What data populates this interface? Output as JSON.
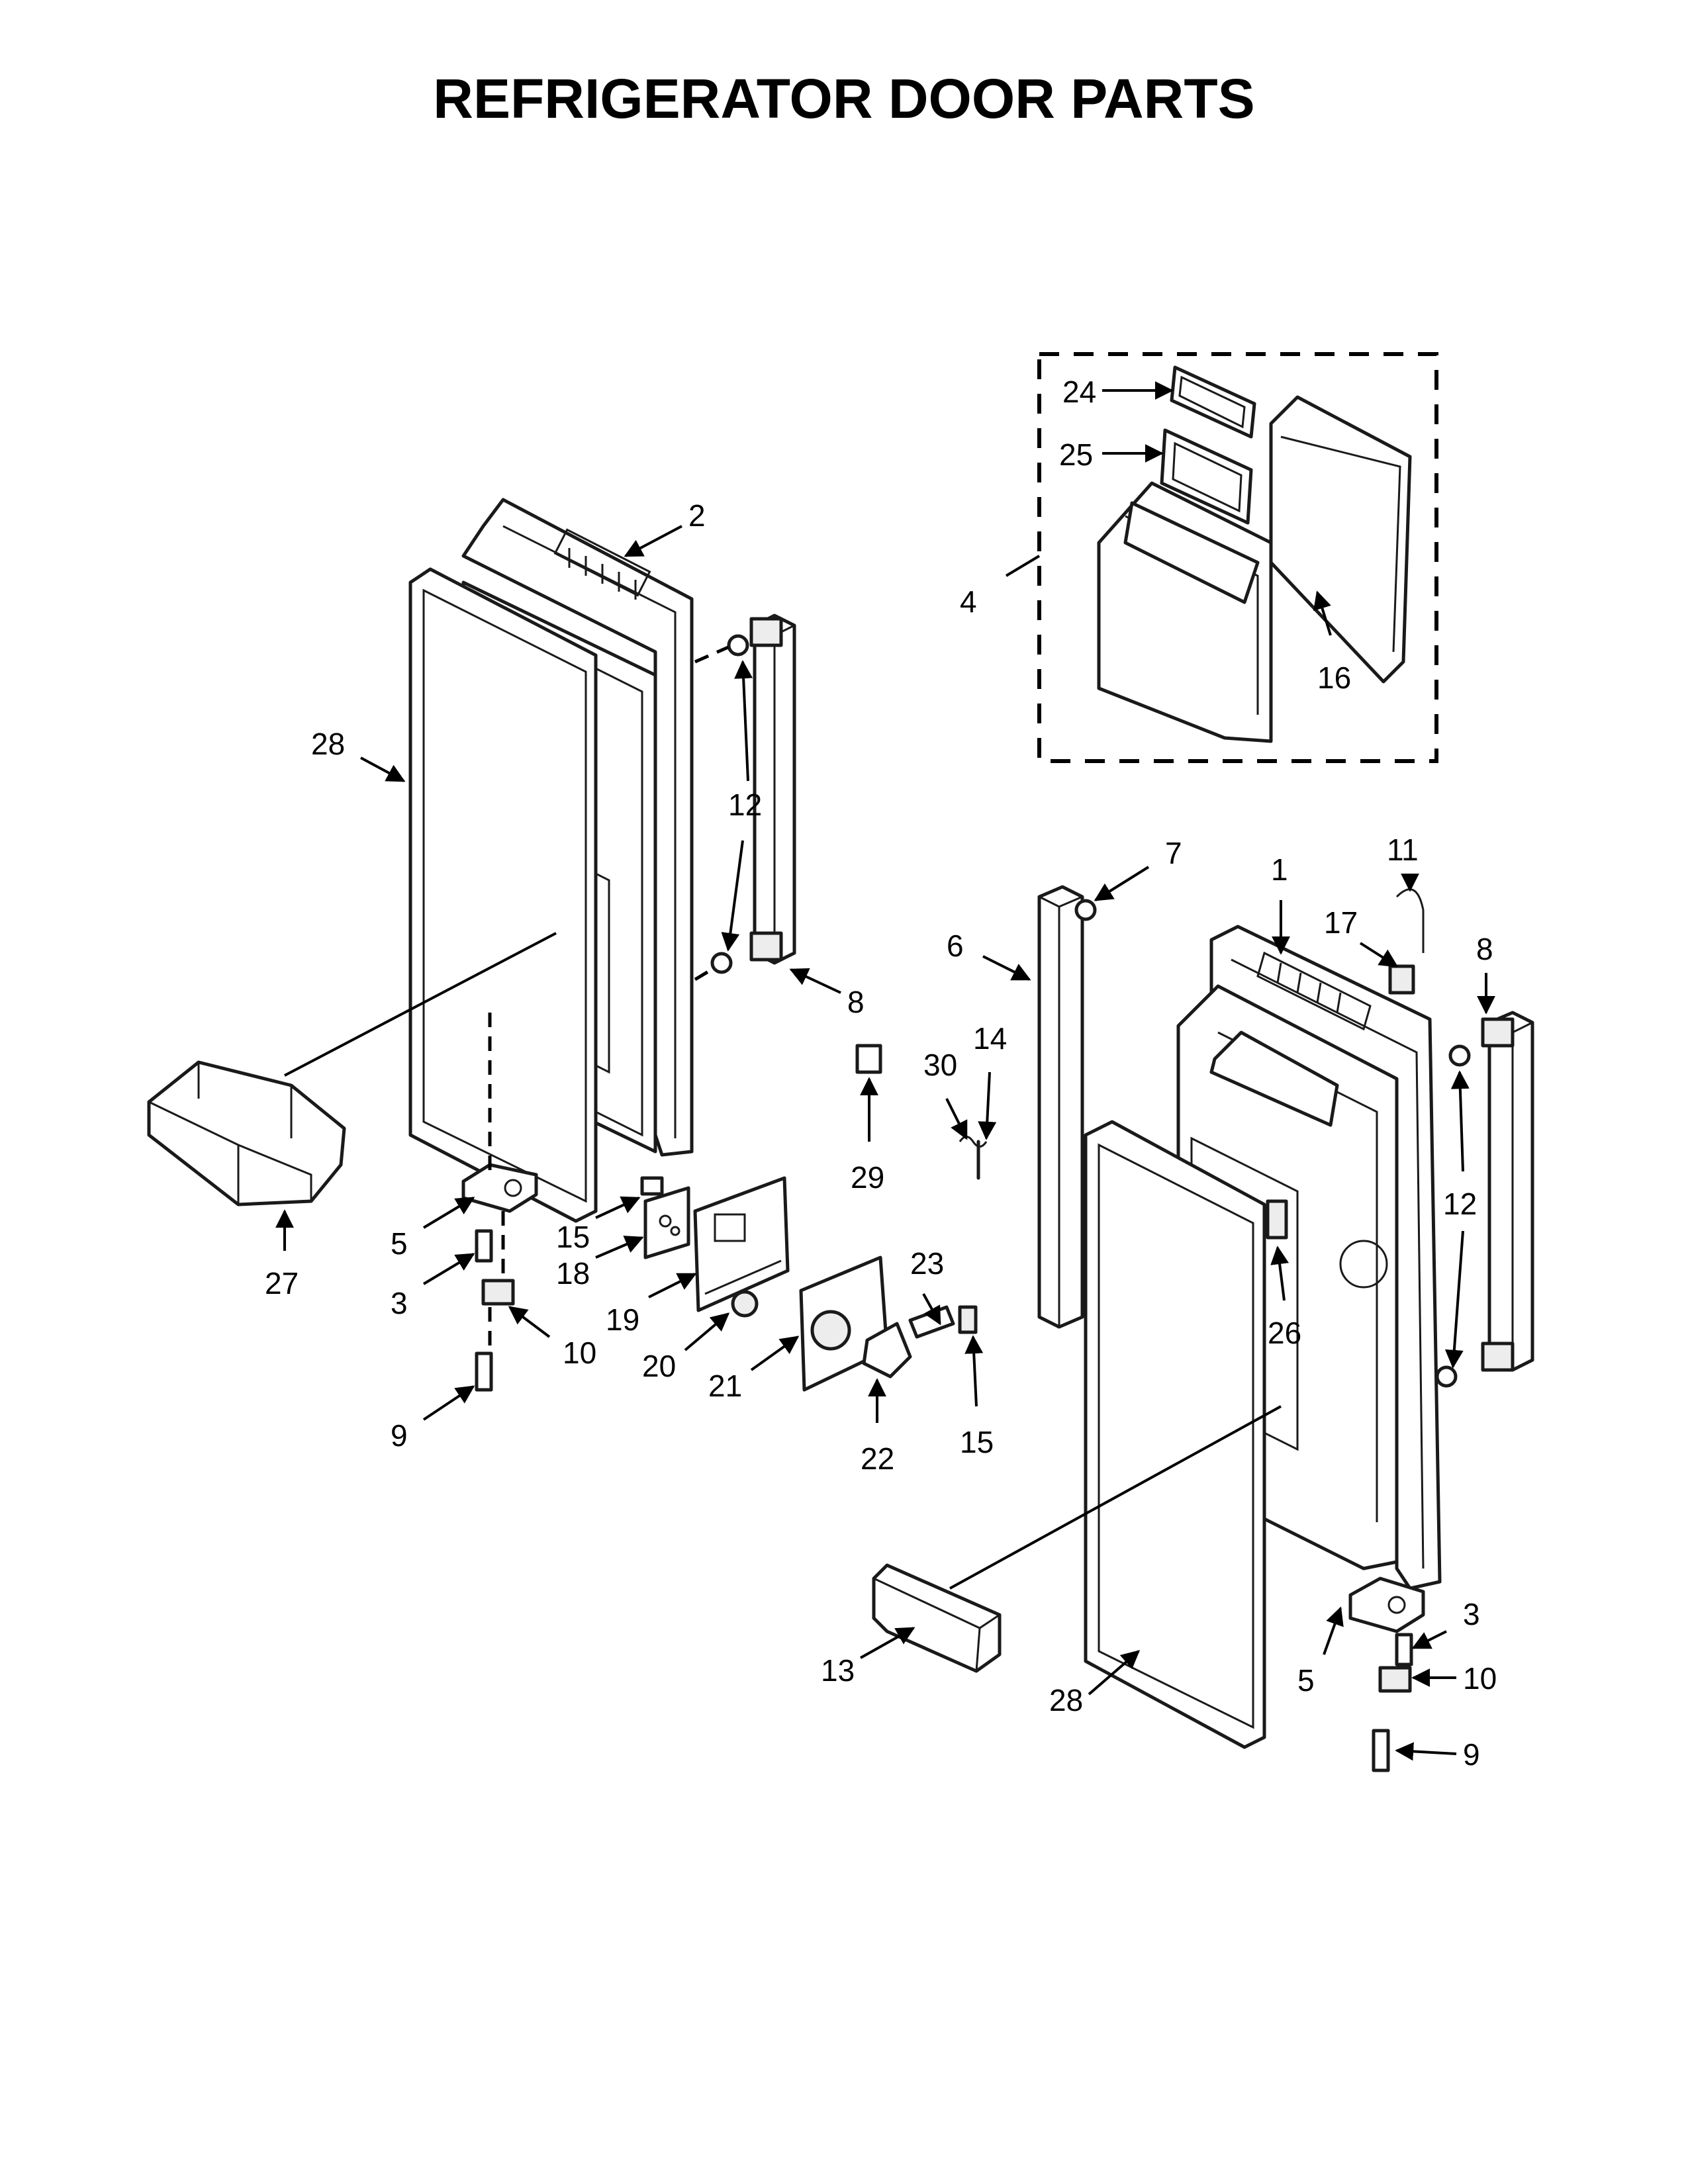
{
  "title": "REFRIGERATOR DOOR PARTS",
  "callouts": {
    "l2": "2",
    "l28a": "28",
    "l12a": "12",
    "l8a": "8",
    "l27": "27",
    "l5a": "5",
    "l3a": "3",
    "l10a": "10",
    "l9a": "9",
    "l15a": "15",
    "l18": "18",
    "l19": "19",
    "l20": "20",
    "l21": "21",
    "l22": "22",
    "l23": "23",
    "l15b": "15",
    "l29": "29",
    "l30": "30",
    "l14": "14",
    "l24": "24",
    "l25": "25",
    "l4": "4",
    "l16": "16",
    "l7": "7",
    "l6": "6",
    "l1": "1",
    "l17": "17",
    "l11": "11",
    "l8b": "8",
    "l12b": "12",
    "l26": "26",
    "l13": "13",
    "l28b": "28",
    "l3b": "3",
    "l5b": "5",
    "l10b": "10",
    "l9b": "9"
  }
}
